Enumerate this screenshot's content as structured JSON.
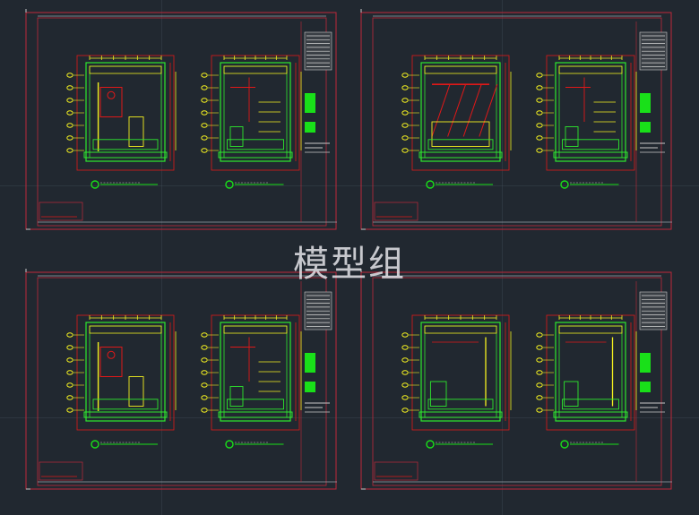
{
  "watermark": "模型组",
  "colors": {
    "background": "#212830",
    "frame": "#c0283a",
    "grid": "#3a434e",
    "wall": "#2ee82e",
    "detail": "#f3f020",
    "dimension": "#e01818",
    "titleblock": "#c9c9c9",
    "highlight": "#19e019"
  },
  "sheets": [
    {
      "name": "sheet-top-left"
    },
    {
      "name": "sheet-top-right"
    },
    {
      "name": "sheet-bottom-left"
    },
    {
      "name": "sheet-bottom-right"
    }
  ]
}
